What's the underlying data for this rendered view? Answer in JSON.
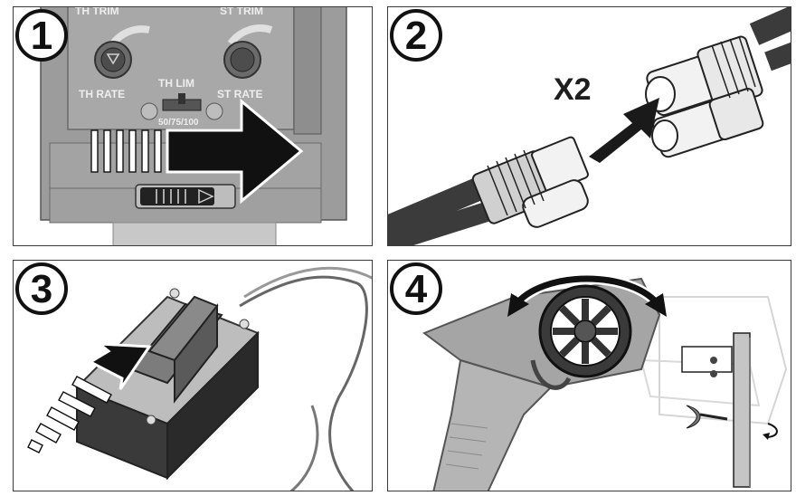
{
  "panels": [
    {
      "step": "1",
      "labels": {
        "th_trim": "TH TRIM",
        "st_trim": "ST TRIM",
        "th_rate": "TH RATE",
        "th_lim": "TH LIM",
        "st_rate": "ST RATE",
        "lim_values": "50/75/100"
      }
    },
    {
      "step": "2",
      "labels": {
        "multiplier": "X2"
      }
    },
    {
      "step": "3"
    },
    {
      "step": "4"
    }
  ],
  "colors": {
    "ink": "#111111",
    "body_gray": "#9a9a9a",
    "light_gray": "#c8c8c8",
    "dark": "#2a2a2a"
  }
}
